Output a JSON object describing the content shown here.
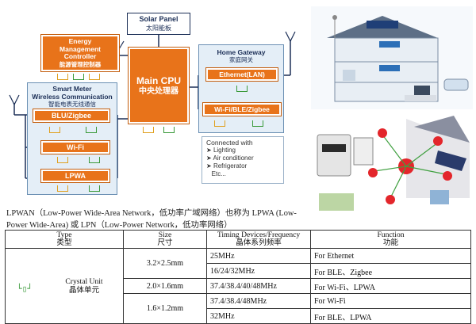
{
  "diagram": {
    "solar_panel": {
      "en": "Solar Panel",
      "zh": "太阳能板"
    },
    "energy_controller": {
      "en": "Energy\nManagement\nController",
      "zh": "能源管理控制器"
    },
    "main_cpu": {
      "en": "Main CPU",
      "zh": "中央处理器"
    },
    "smart_meter": {
      "en": "Smart Meter\nWireless Communication",
      "zh": "智能电表无线通信"
    },
    "meter_modules": [
      "BLU/Zigbee",
      "Wi-Fi",
      "LPWA"
    ],
    "home_gateway": {
      "en": "Home Gateway",
      "zh": "家庭网关"
    },
    "gateway_modules": [
      "Ethernet(LAN)",
      "Wi-Fi/BLE/Zigbee"
    ],
    "connected": {
      "title": "Connected with",
      "items": [
        "Lighting",
        "Air conditioner",
        "Refrigerator",
        "Etc..."
      ]
    }
  },
  "description": "LPWAN（Low-Power Wide-Area Network，低功率广域网络）也称为 LPWA (Low-Power Wide-Area) 或 LPN（Low-Power Network，低功率网络）",
  "table": {
    "headers": [
      {
        "en": "Type",
        "zh": "类型"
      },
      {
        "en": "Size",
        "zh": "尺寸"
      },
      {
        "en": "Timing Devices/Frequency",
        "zh": "晶体系列频率"
      },
      {
        "en": "Function",
        "zh": "功能"
      }
    ],
    "type_cell": {
      "en": "Crystal Unit",
      "zh": "晶体单元"
    },
    "rows": [
      {
        "size": "3.2×2.5mm",
        "freq": "25MHz",
        "func": "For Ethernet"
      },
      {
        "size": "",
        "freq": "16/24/32MHz",
        "func": "For BLE、Zigbee"
      },
      {
        "size": "2.0×1.6mm",
        "freq": "37.4/38.4/40/48MHz",
        "func": "For Wi-Fi、LPWA"
      },
      {
        "size": "1.6×1.2mm",
        "freq": "37.4/38.4/48MHz",
        "func": "For Wi-Fi"
      },
      {
        "size": "",
        "freq": "32MHz",
        "func": "For BLE、LPWA"
      }
    ]
  },
  "colors": {
    "orange": "#e8731a",
    "navy": "#1c2f57",
    "panel": "#e4eef7",
    "crystal_green": "#3a9a3a"
  }
}
